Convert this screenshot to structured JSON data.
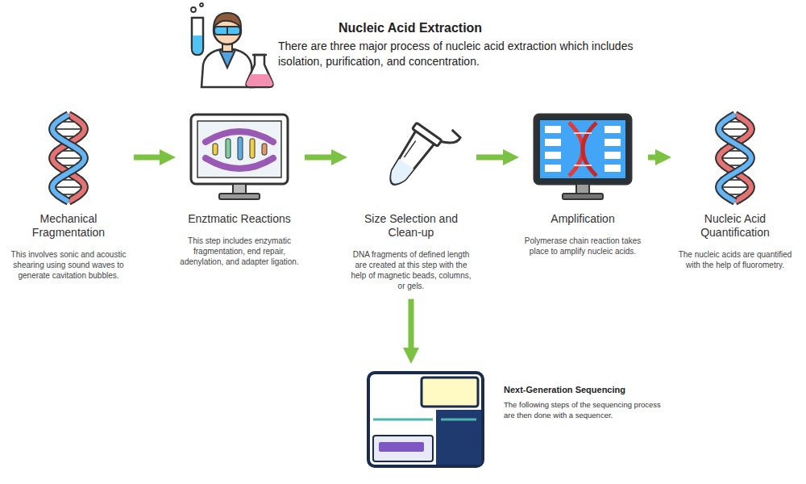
{
  "diagram": {
    "title": "Nucleic Acid Extraction",
    "nodes": [
      {
        "text": [
          "Mechanical Fragmentation",
          "This involves sonic and acoustic shearing using sound waves to generate cavitation bubbles."
        ]
      },
      {
        "text": [
          "Enztmatic Reactions",
          "This step includes enzymatic fragmentation, end repair, adenylation, and adapter ligation."
        ]
      },
      {
        "text": [
          "Size Selection and Clean-up",
          "DNA fragments of defined length are created at this step with the help of magnetic beads, columns, or gels."
        ]
      },
      {
        "text": [
          "Amplification",
          "Polymerase chain reaction takes place to amplify nucleic acids."
        ]
      },
      {
        "text": [
          "Nucleic Acid Quantification",
          "The nucleic acids are quantified with the help of fluorometry."
        ]
      },
      {
        "text": [
          "Next-Generation Sequencing",
          "The following steps of the sequencing process are then done with a sequencer."
        ]
      }
    ],
    "edges": [
      {
        "from": 0,
        "to": 1,
        "arrow": "to"
      },
      {
        "from": 1,
        "to": 2,
        "arrow": "to"
      },
      {
        "from": 2,
        "to": 3,
        "arrow": "to"
      },
      {
        "from": 3,
        "to": 4,
        "arrow": "to"
      },
      {
        "from": 2,
        "to": 5,
        "arrow": "to"
      }
    ],
    "labels": [
      "There are three major process of nucleic acid extraction which includes isolation, purification, and concentration."
    ]
  }
}
